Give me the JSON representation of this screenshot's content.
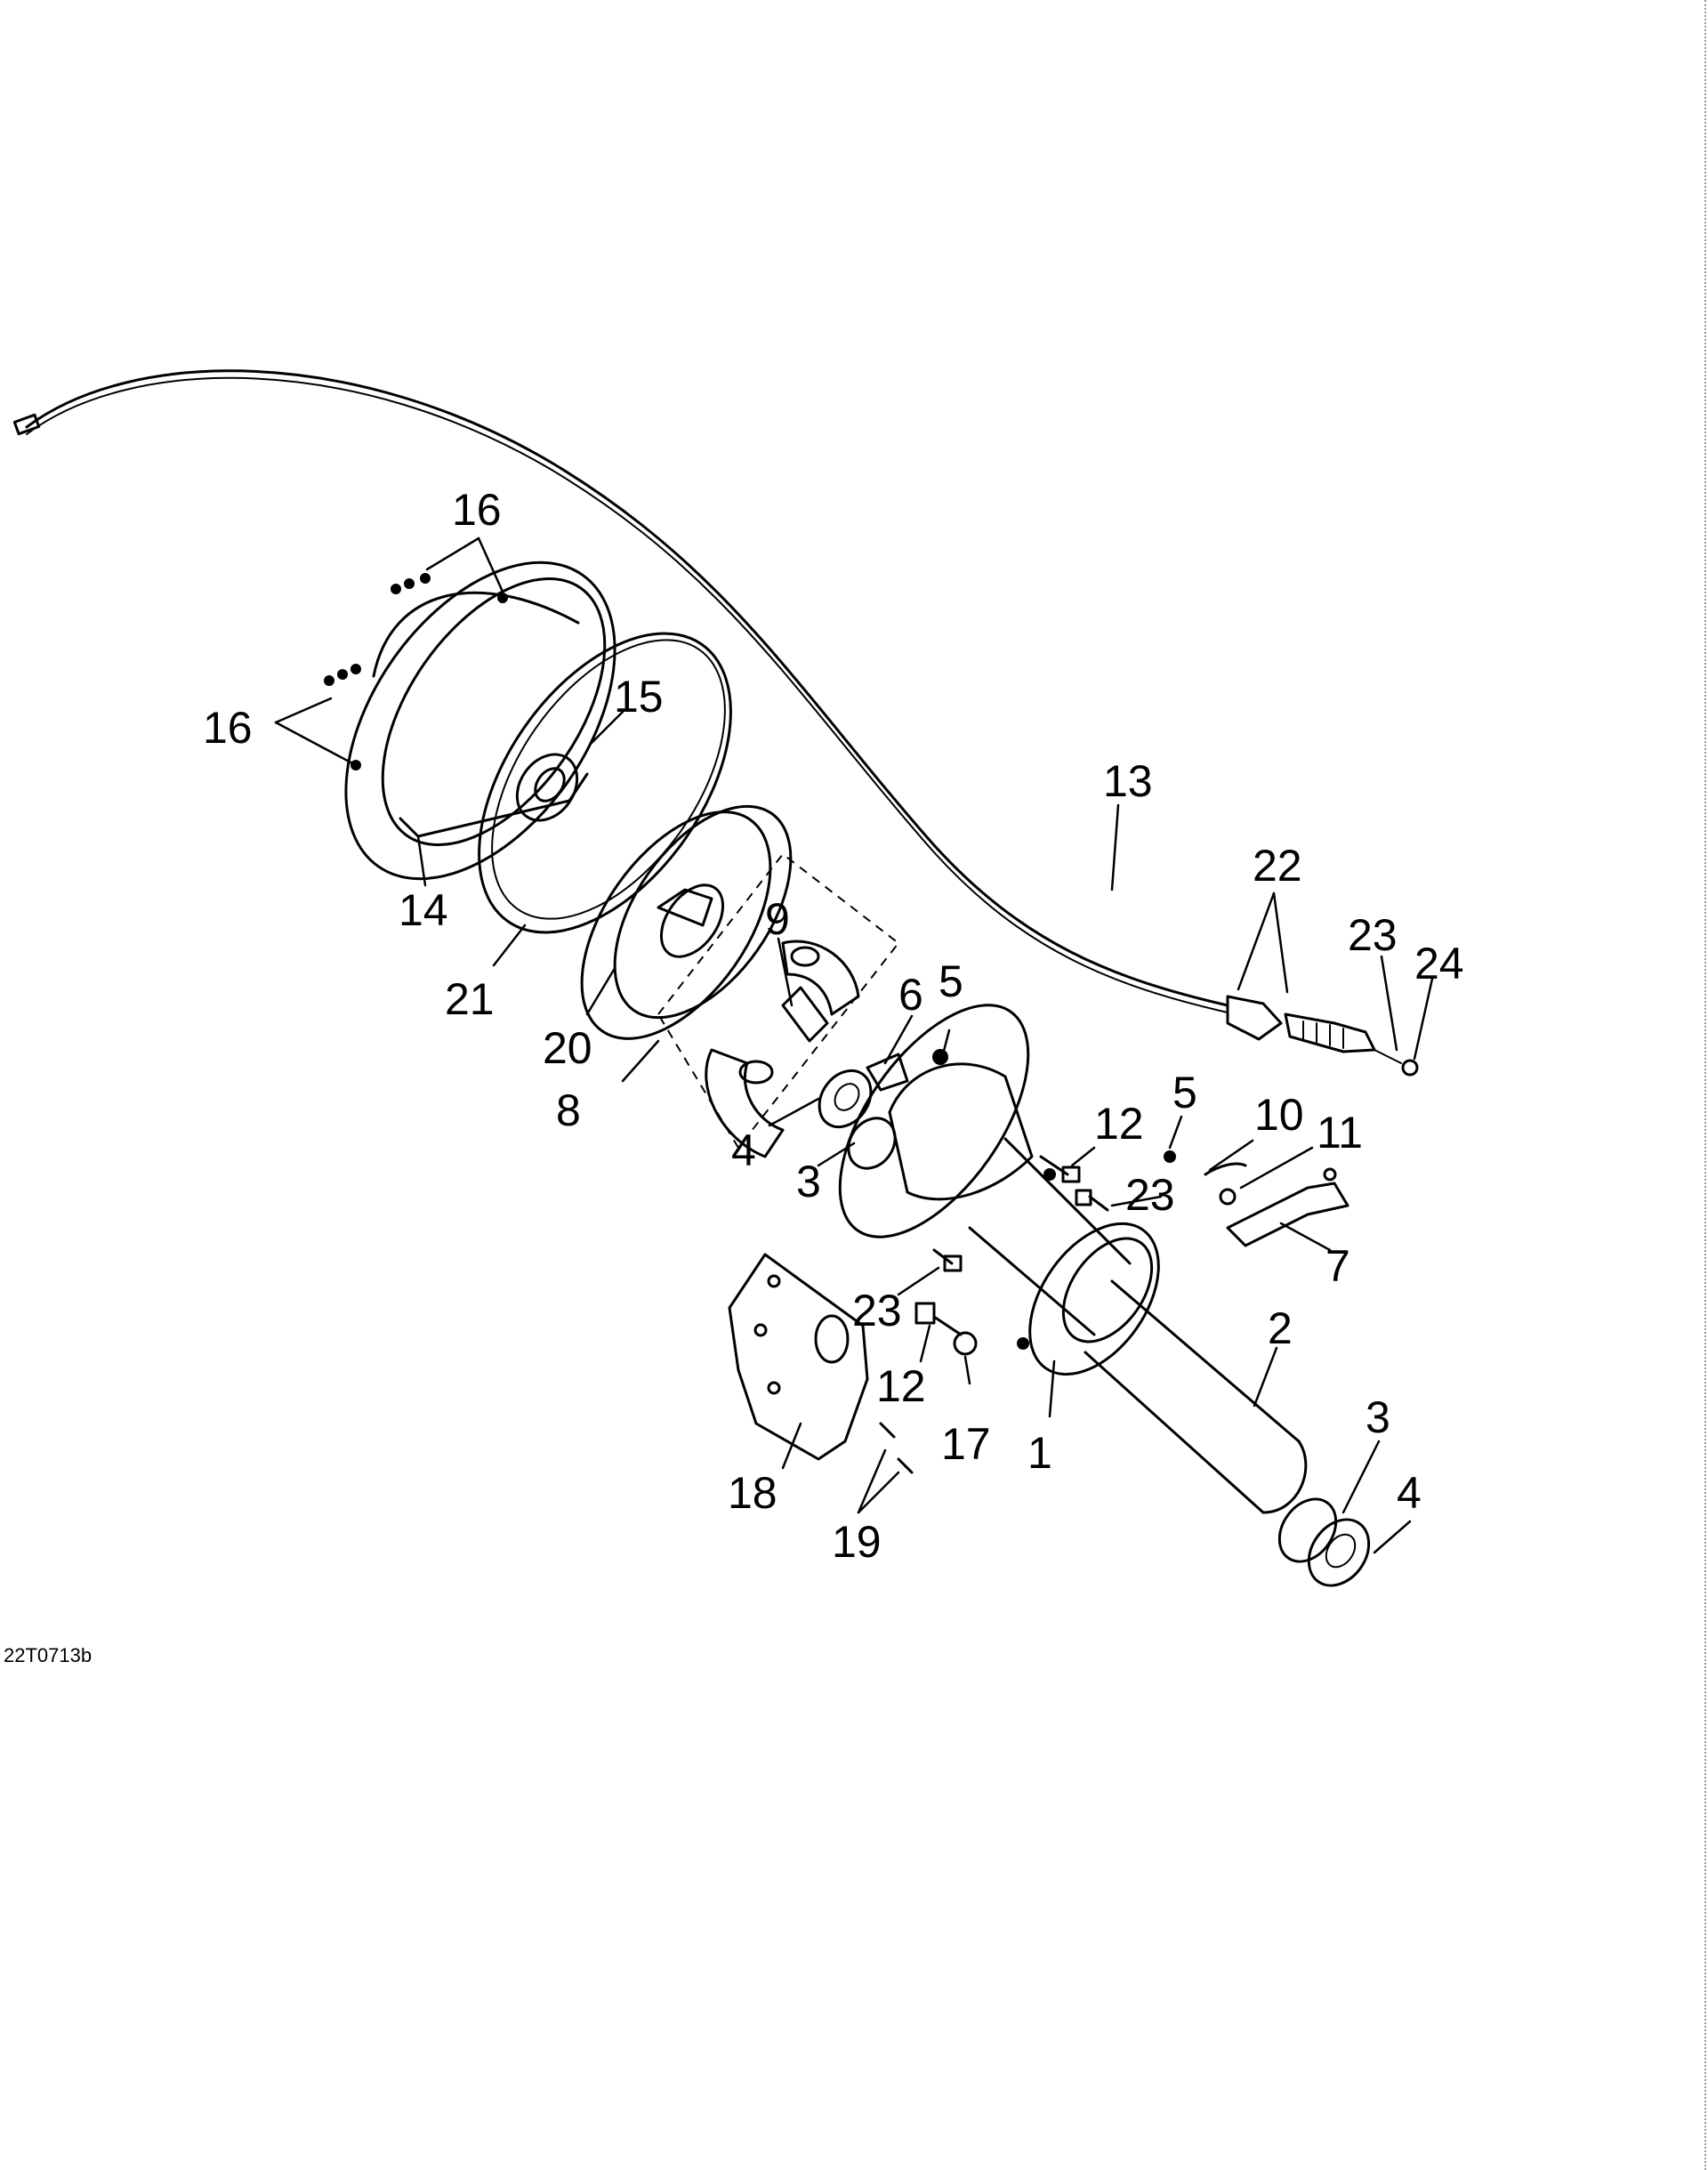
{
  "figure_id": "22T0713b",
  "callouts": [
    {
      "label": "16"
    },
    {
      "label": "16"
    },
    {
      "label": "15"
    },
    {
      "label": "14"
    },
    {
      "label": "21"
    },
    {
      "label": "20"
    },
    {
      "label": "8"
    },
    {
      "label": "9"
    },
    {
      "label": "6"
    },
    {
      "label": "5"
    },
    {
      "label": "4"
    },
    {
      "label": "3"
    },
    {
      "label": "13"
    },
    {
      "label": "22"
    },
    {
      "label": "23"
    },
    {
      "label": "24"
    },
    {
      "label": "12"
    },
    {
      "label": "5"
    },
    {
      "label": "10"
    },
    {
      "label": "11"
    },
    {
      "label": "23"
    },
    {
      "label": "7"
    },
    {
      "label": "23"
    },
    {
      "label": "12"
    },
    {
      "label": "17"
    },
    {
      "label": "1"
    },
    {
      "label": "2"
    },
    {
      "label": "3"
    },
    {
      "label": "4"
    },
    {
      "label": "18"
    },
    {
      "label": "19"
    }
  ]
}
